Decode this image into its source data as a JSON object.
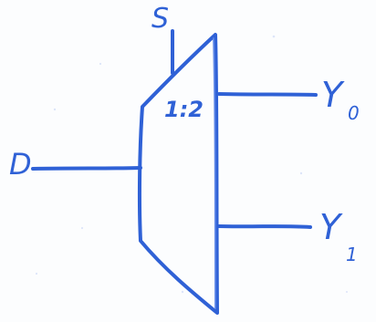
{
  "diagram": {
    "type": "demultiplexer",
    "block_label": "1:2",
    "select": {
      "label": "S"
    },
    "input": {
      "label": "D"
    },
    "outputs": [
      {
        "label": "Y",
        "subscript": "0"
      },
      {
        "label": "Y",
        "subscript": "1"
      }
    ],
    "colors": {
      "ink": "#2f61d6",
      "paper": "#fcfdfe"
    }
  }
}
